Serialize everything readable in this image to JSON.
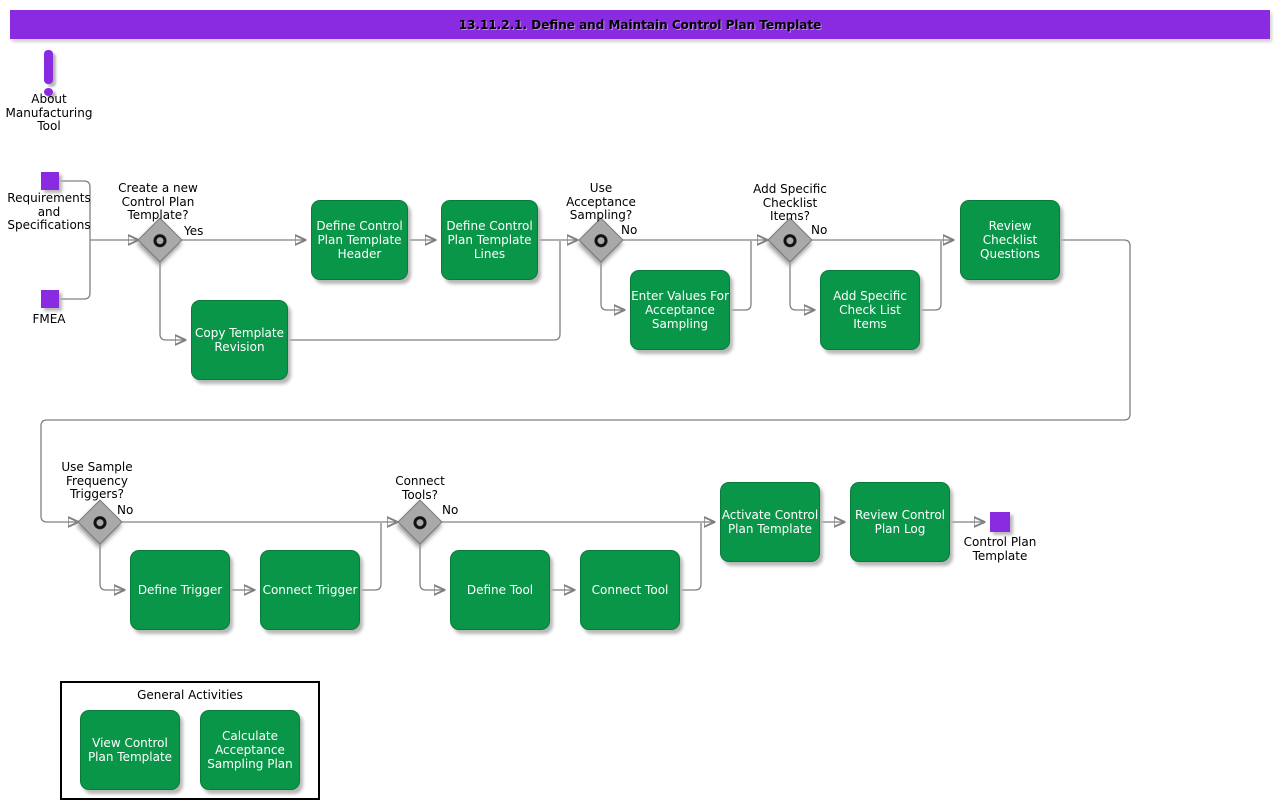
{
  "banner": {
    "title": "13.11.2.1. Define and Maintain Control Plan Template"
  },
  "colors": {
    "banner_purple": "#8A2BE2",
    "activity_green": "#0A9649",
    "artifact_purple": "#8A2BE2",
    "connector_gray": "#808080"
  },
  "about": {
    "label": "About\nManufacturing\nTool"
  },
  "artifacts": {
    "requirements": {
      "label": "Requirements\nand\nSpecifications"
    },
    "fmea": {
      "label": "FMEA"
    },
    "control_plan_template": {
      "label": "Control Plan\nTemplate"
    }
  },
  "decisions": {
    "create_new": {
      "question": "Create a new\nControl Plan\nTemplate?",
      "branch": "Yes"
    },
    "use_acceptance": {
      "question": "Use\nAcceptance\nSampling?",
      "branch": "No"
    },
    "add_checklist": {
      "question": "Add Specific\nChecklist\nItems?",
      "branch": "No"
    },
    "sample_frequency": {
      "question": "Use Sample\nFrequency\nTriggers?",
      "branch": "No"
    },
    "connect_tools": {
      "question": "Connect\nTools?",
      "branch": "No"
    }
  },
  "activities": {
    "define_header": {
      "label": "Define Control\nPlan Template\nHeader"
    },
    "define_lines": {
      "label": "Define Control\nPlan Template\nLines"
    },
    "copy_revision": {
      "label": "Copy Template\nRevision"
    },
    "enter_values": {
      "label": "Enter Values For\nAcceptance\nSampling"
    },
    "add_items": {
      "label": "Add Specific\nCheck List\nItems"
    },
    "review_questions": {
      "label": "Review\nChecklist\nQuestions"
    },
    "define_trigger": {
      "label": "Define Trigger"
    },
    "connect_trigger": {
      "label": "Connect Trigger"
    },
    "define_tool": {
      "label": "Define Tool"
    },
    "connect_tool": {
      "label": "Connect Tool"
    },
    "activate_template": {
      "label": "Activate Control\nPlan Template"
    },
    "review_log": {
      "label": "Review Control\nPlan Log"
    }
  },
  "general_activities": {
    "title": "General Activities",
    "view_template": {
      "label": "View Control\nPlan Template"
    },
    "calculate_sampling": {
      "label": "Calculate\nAcceptance\nSampling Plan"
    }
  }
}
